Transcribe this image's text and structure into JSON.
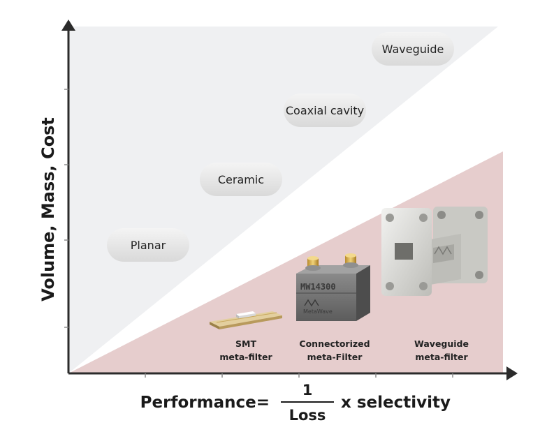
{
  "axes": {
    "y_label": "Volume, Mass, Cost",
    "x_label_prefix": "Performance=",
    "fraction_numerator": "1",
    "fraction_denominator": "Loss",
    "x_label_suffix": "x selectivity"
  },
  "technologies": [
    {
      "label": "Waveguide"
    },
    {
      "label": "Coaxial cavity"
    },
    {
      "label": "Ceramic"
    },
    {
      "label": "Planar"
    }
  ],
  "meta_filters": [
    {
      "line1": "SMT",
      "line2": "meta-filter"
    },
    {
      "line1": "Connectorized",
      "line2": "meta-Filter"
    },
    {
      "line1": "Waveguide",
      "line2": "meta-filter"
    }
  ],
  "product_marks": {
    "connectorized_text": "MW14300",
    "brand_text": "MetaWave"
  },
  "colors": {
    "upper_region": "#eff0f2",
    "lower_region": "#e6cdcd",
    "axis": "#2b2b2b",
    "pill": "#e4e4e4"
  }
}
